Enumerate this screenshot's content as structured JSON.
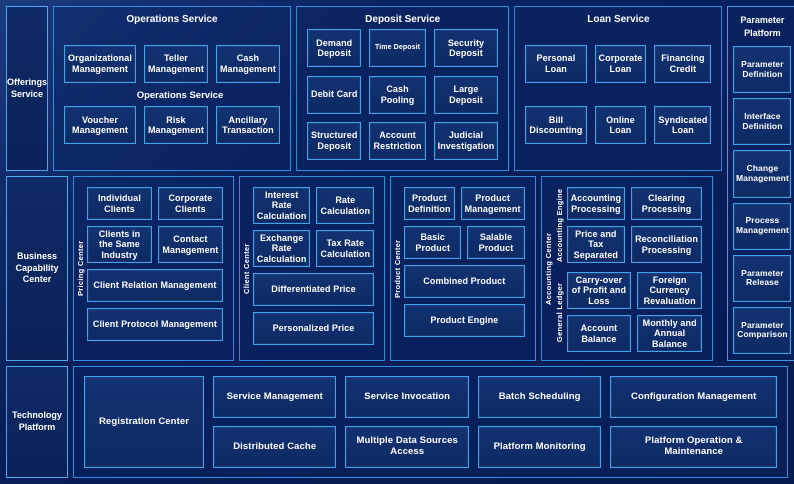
{
  "colors": {
    "background": "#06194d",
    "panel": "#0d2a6c",
    "border": "#2e8fe0",
    "leaf_border": "#3ea2ef",
    "text": "#ffffff"
  },
  "rows": {
    "offerings": {
      "rail_label": "Offerings Service",
      "duplicate_overlay_label": "Operations Service",
      "groups": [
        {
          "title": "Operations Service",
          "items": [
            "Organizational Management",
            "Teller Management",
            "Cash Management",
            "Voucher Management",
            "Risk Management",
            "Ancillary Transaction"
          ]
        },
        {
          "title": "Deposit Service",
          "items": [
            "Demand Deposit",
            "Time Deposit",
            "Security Deposit",
            "Debit Card",
            "Cash Pooling",
            "Large Deposit",
            "Structured Deposit",
            "Account Restriction",
            "Judicial Investigation"
          ]
        },
        {
          "title": "Loan Service",
          "items": [
            "Personal Loan",
            "Corporate Loan",
            "Financing Credit",
            "Bill Discounting",
            "Online Loan",
            "Syndicated Loan"
          ]
        }
      ]
    },
    "business": {
      "rail_label": "Business Capability Center",
      "centers": [
        {
          "vertical_label": "Pricing Center",
          "pairs": [
            [
              "Individual Clients",
              "Corporate Clients"
            ],
            [
              "Clients in the Same Industry",
              "Contact Management"
            ]
          ],
          "wide": [
            "Client Relation Management",
            "Client Protocol Management"
          ]
        },
        {
          "vertical_label": "Client Center",
          "pairs": [
            [
              "Interest Rate Calculation",
              "Rate Calculation"
            ],
            [
              "Exchange Rate Calculation",
              "Tax Rate Calculation"
            ]
          ],
          "wide": [
            "Differentiated Price",
            "Personalized Price"
          ]
        },
        {
          "vertical_label": "Product Center",
          "pairs": [
            [
              "Product Definition",
              "Product Management"
            ],
            [
              "Basic Product",
              "Salable Product"
            ]
          ],
          "wide": [
            "Combined Product",
            "Product Engine"
          ]
        }
      ],
      "accounting": {
        "vertical_label": "Accounting Center",
        "sections": [
          {
            "vertical_label": "Accounting Engine",
            "items": [
              "Accounting Processing",
              "Clearing Processing",
              "Price and Tax Separated",
              "Reconciliation Processing"
            ]
          },
          {
            "vertical_label": "General Ledger",
            "items": [
              "Carry-over of Profit and Loss",
              "Foreign Currency Revaluation",
              "Account Balance",
              "Monthly and Annual Balance"
            ]
          }
        ]
      }
    },
    "technology": {
      "rail_label": "Technology Platform",
      "registration": "Registration Center",
      "columns": [
        [
          "Service Management",
          "Distributed Cache"
        ],
        [
          "Service Invocation",
          "Multiple Data Sources Access"
        ],
        [
          "Batch Scheduling",
          "Platform Monitoring"
        ],
        [
          "Configuration Management",
          "Platform Operation & Maintenance"
        ]
      ]
    }
  },
  "parameter_platform": {
    "title": "Parameter Platform",
    "items": [
      "Parameter Definition",
      "Interface Definition",
      "Change Management",
      "Process Management",
      "Parameter Release",
      "Parameter Comparison"
    ]
  }
}
